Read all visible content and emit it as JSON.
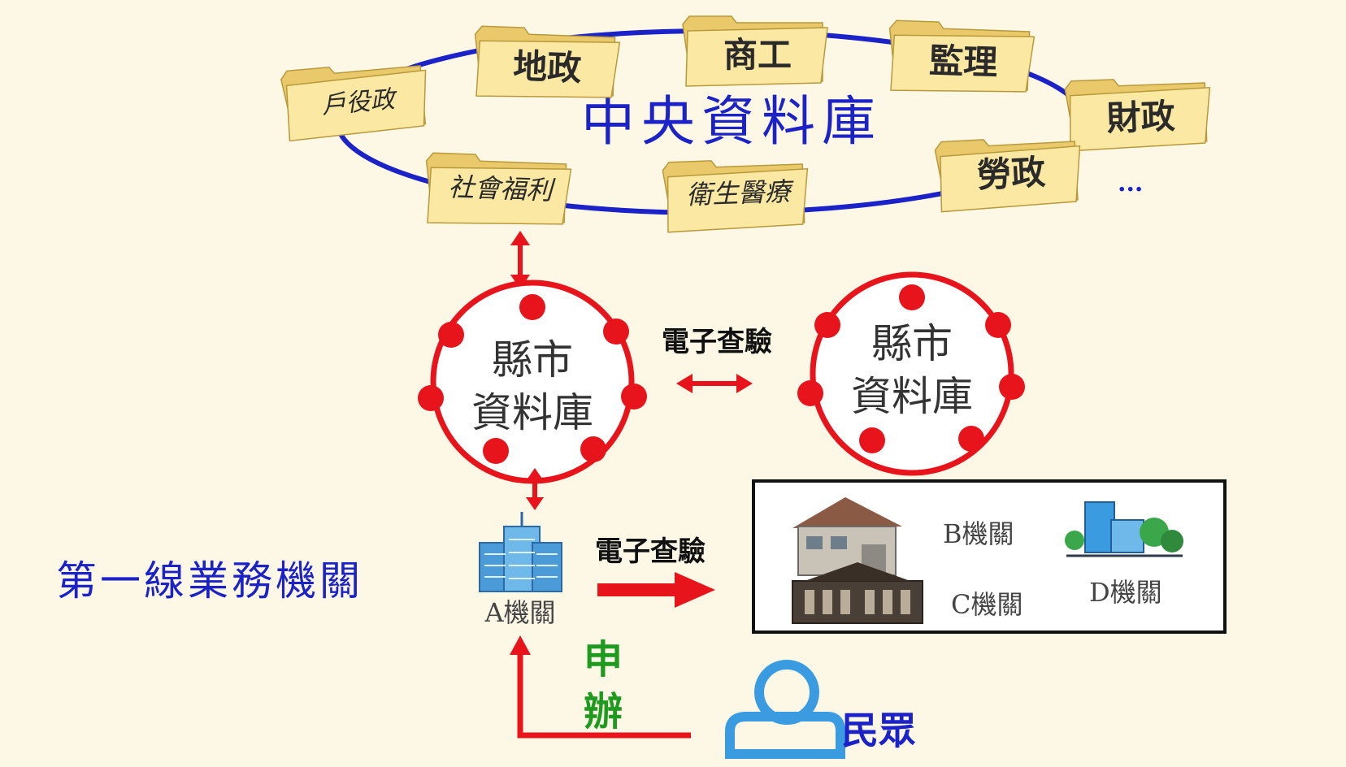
{
  "central": {
    "title": "中央資料庫",
    "folders": [
      {
        "id": "huyi",
        "label": "戶役政"
      },
      {
        "id": "dizheng",
        "label": "地政"
      },
      {
        "id": "shanggong",
        "label": "商工"
      },
      {
        "id": "jianli",
        "label": "監理"
      },
      {
        "id": "caizheng",
        "label": "財政"
      },
      {
        "id": "shehui",
        "label": "社會福利"
      },
      {
        "id": "weisheng",
        "label": "衛生醫療"
      },
      {
        "id": "laozheng",
        "label": "勞政"
      }
    ],
    "more": "..."
  },
  "county_db_left": {
    "line1": "縣市",
    "line2": "資料庫"
  },
  "county_db_right": {
    "line1": "縣市",
    "line2": "資料庫"
  },
  "links": {
    "county_link": "電子查驗",
    "agency_link": "電子查驗"
  },
  "frontline_label": "第一線業務機關",
  "agency_a": "A機關",
  "other_agencies": {
    "b": "B機關",
    "c": "C機關",
    "d": "D機關"
  },
  "apply": {
    "char1": "申",
    "char2": "辦"
  },
  "public_label": "民眾",
  "colors": {
    "ring_blue": "#1a22c8",
    "arrow_red": "#e8141c",
    "node_red": "#e8141c",
    "apply_green": "#1e9a1e",
    "person_blue": "#3a9be0",
    "folder_yellow": "#f6e08a"
  }
}
